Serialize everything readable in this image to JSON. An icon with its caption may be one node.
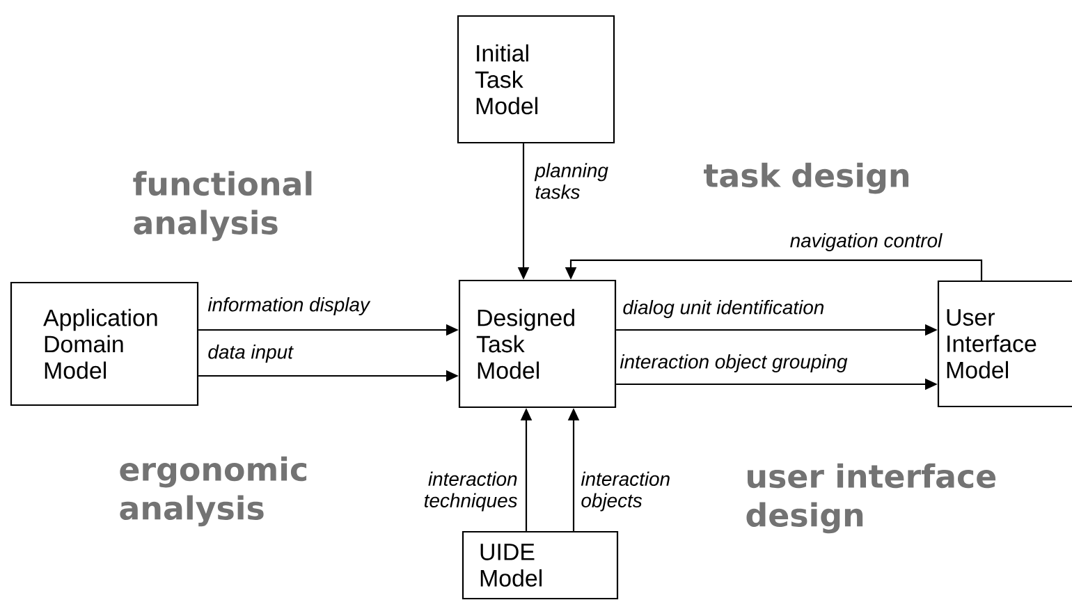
{
  "diagram": {
    "nodes": [
      {
        "text": [
          "Initial Task Model"
        ]
      },
      {
        "text": [
          "Application Domain Model"
        ]
      },
      {
        "text": [
          "Designed Task Model"
        ]
      },
      {
        "text": [
          "User Interface Model"
        ]
      },
      {
        "text": [
          "UIDE Model"
        ]
      }
    ],
    "edges": [
      {
        "from": 0,
        "to": 2,
        "arrow": "to",
        "label": "planning tasks"
      },
      {
        "from": 3,
        "to": 2,
        "arrow": "to",
        "label": "navigation control"
      },
      {
        "from": 1,
        "to": 2,
        "arrow": "to",
        "label": "information display"
      },
      {
        "from": 1,
        "to": 2,
        "arrow": "to",
        "label": "data input"
      },
      {
        "from": 2,
        "to": 3,
        "arrow": "to",
        "label": "dialog unit identification"
      },
      {
        "from": 2,
        "to": 3,
        "arrow": "to",
        "label": "interaction object grouping"
      },
      {
        "from": 4,
        "to": 2,
        "arrow": "to",
        "label": "interaction techniques"
      },
      {
        "from": 4,
        "to": 2,
        "arrow": "to",
        "label": "interaction objects"
      }
    ],
    "labels": [
      "functional analysis",
      "task design",
      "ergonomic analysis",
      "user interface design"
    ]
  }
}
